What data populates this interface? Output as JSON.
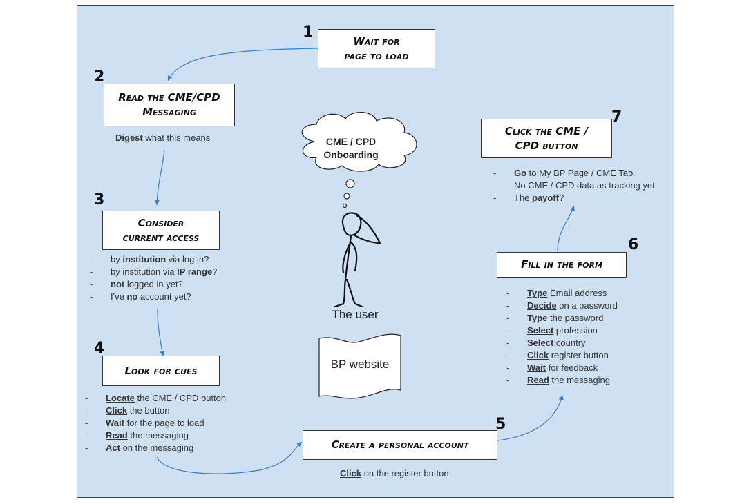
{
  "steps": {
    "s1": {
      "number": "1",
      "title_line1": "Wait for",
      "title_line2": "page to load"
    },
    "s2": {
      "number": "2",
      "title_line1": "Read the CME/CPD",
      "title_line2": "Messaging",
      "note_verb": "Digest",
      "note_rest": " what this means"
    },
    "s3": {
      "number": "3",
      "title_line1": "Consider",
      "title_line2": "current access",
      "items": [
        {
          "pre": "by ",
          "bold": "institution",
          "post": " via log in?"
        },
        {
          "pre": "by institution via ",
          "bold": "IP range",
          "post": "?"
        },
        {
          "pre": "",
          "bold": "not",
          "post": " logged in yet?"
        },
        {
          "pre": "I've ",
          "bold": "no",
          "post": " account yet?"
        }
      ]
    },
    "s4": {
      "number": "4",
      "title": "Look for cues",
      "items": [
        {
          "verb": "Locate",
          "rest": " the CME / CPD button"
        },
        {
          "verb": "Click",
          "rest": " the button"
        },
        {
          "verb": "Wait",
          "rest": " for the page to load"
        },
        {
          "verb": "Read",
          "rest": " the messaging"
        },
        {
          "verb": "Act",
          "rest": " on the messaging"
        }
      ]
    },
    "s5": {
      "number": "5",
      "title": "Create a personal account",
      "note_verb": "Click",
      "note_rest": " on the register button"
    },
    "s6": {
      "number": "6",
      "title": "Fill in the form",
      "items": [
        {
          "verb": "Type",
          "rest": " Email address"
        },
        {
          "verb": "Decide",
          "rest": " on a password"
        },
        {
          "verb": "Type",
          "rest": " the password"
        },
        {
          "verb": "Select",
          "rest": " profession"
        },
        {
          "verb": "Select",
          "rest": " country"
        },
        {
          "verb": "Click",
          "rest": " register button"
        },
        {
          "verb": "Wait",
          "rest": " for feedback"
        },
        {
          "verb": "Read",
          "rest": " the messaging"
        }
      ]
    },
    "s7": {
      "number": "7",
      "title_line1": "Click the CME /",
      "title_line2": "CPD button",
      "items": [
        {
          "pre": "",
          "bold": "Go",
          "post": " to My BP Page / CME Tab"
        },
        {
          "pre": "No CME / CPD data as tracking yet",
          "bold": "",
          "post": ""
        },
        {
          "pre": "The ",
          "bold": "payoff",
          "post": "?"
        }
      ]
    }
  },
  "center": {
    "thought_line1": "CME / CPD",
    "thought_line2": "Onboarding",
    "user_label": "The user",
    "website_label": "BP website"
  },
  "colors": {
    "background": "#cfe0f2",
    "arrow": "#3a7dc4",
    "box": "#ffffff"
  }
}
